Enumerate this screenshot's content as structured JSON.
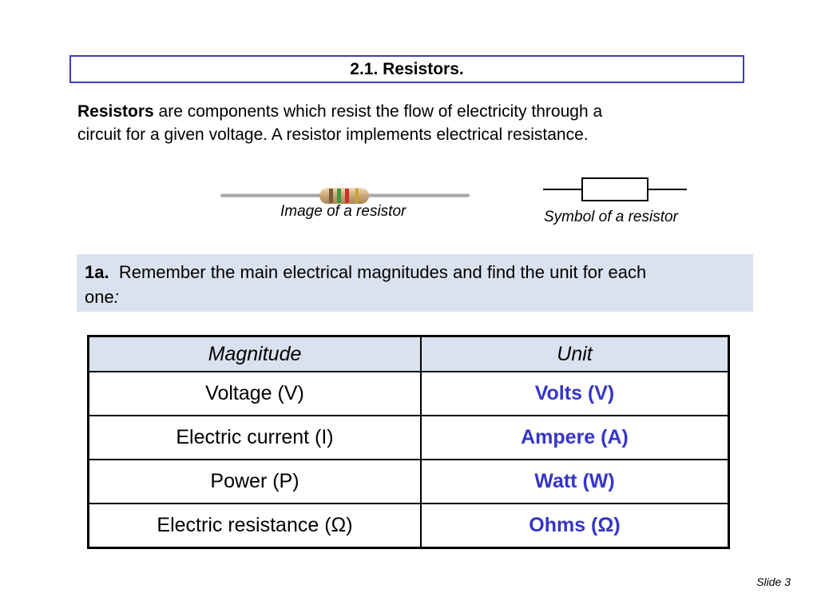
{
  "title": "2.1. Resistors.",
  "intro": {
    "bold": "Resistors",
    "rest_line1": " are components which resist the flow of electricity through a",
    "line2": "circuit for a given voltage. A resistor implements electrical resistance."
  },
  "figures": {
    "image_caption": "Image of a resistor",
    "symbol_caption": "Symbol of a resistor"
  },
  "exercise": {
    "label": "1a.",
    "text": "Remember the main electrical magnitudes and find the unit for each",
    "text2": "one",
    "colon": ":"
  },
  "table": {
    "headers": [
      "Magnitude",
      "Unit"
    ],
    "rows": [
      {
        "magnitude": "Voltage (V)",
        "unit": "Volts (V)"
      },
      {
        "magnitude": "Electric current (I)",
        "unit": "Ampere (A)"
      },
      {
        "magnitude": "Power (P)",
        "unit": "Watt (W)"
      },
      {
        "magnitude": "Electric resistance (Ω)",
        "unit": "Ohms (Ω)"
      }
    ]
  },
  "colors": {
    "title_border": "#3b3fb2",
    "highlight_bg": "#dbe2ef",
    "unit_text": "#3535c8"
  },
  "slide_number": "Slide 3"
}
